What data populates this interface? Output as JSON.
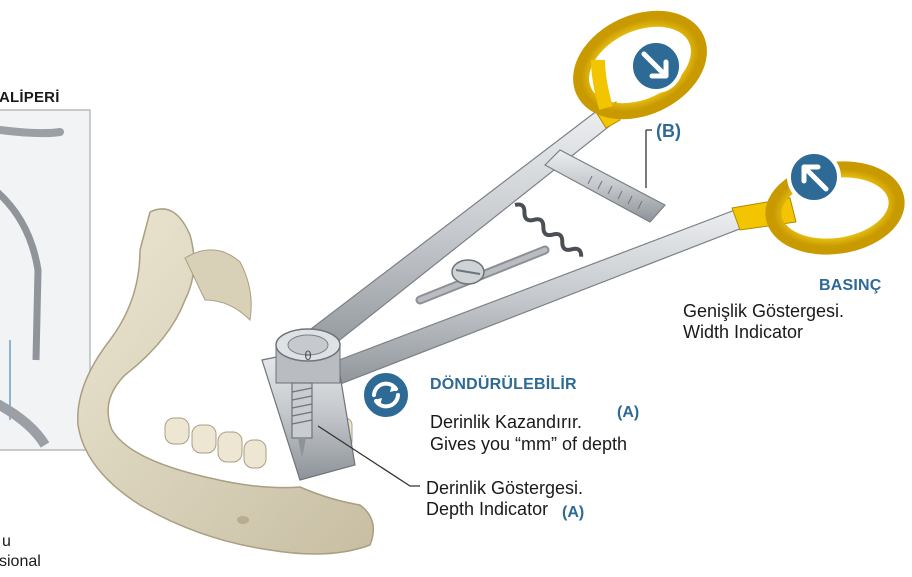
{
  "inset": {
    "title_fragment": "ALİPERİ",
    "caption_line1": "u",
    "caption_line2": "sional"
  },
  "markers": {
    "b_tag": "(B)"
  },
  "pressure": {
    "heading": "BASINÇ",
    "line1": "Genişlik Göstergesi.",
    "line2": "Width Indicator"
  },
  "rotatable": {
    "heading": "DÖNDÜRÜLEBİLİR",
    "line1": "Derinlik Kazandırır.",
    "a_tag": "(A)",
    "line2": "Gives you “mm” of depth"
  },
  "depth": {
    "line1": "Derinlik Göstergesi.",
    "line2": "Depth Indicator",
    "a_tag": "(A)"
  },
  "knob_mark": "θ",
  "colors": {
    "accent_blue": "#2d6a96",
    "gold": "#f2c500",
    "steel": "#c9ccd0",
    "bone": "#dcd3bd"
  },
  "icons": {
    "top_handle_icon": "arrow-down-right-icon",
    "right_handle_icon": "arrow-up-left-icon",
    "rotate_icon": "rotate-icon"
  }
}
